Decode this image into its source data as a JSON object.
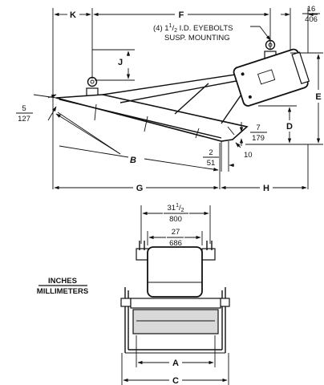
{
  "dimensions": {
    "K": "K",
    "F": "F",
    "J": "J",
    "E": "E",
    "D": "D",
    "B": "B",
    "G": "G",
    "H": "H",
    "A": "A",
    "C": "C"
  },
  "fractions": {
    "top_right": {
      "num": "16",
      "den": "406"
    },
    "left_angle": {
      "num": "5",
      "den": "127"
    },
    "right_angle": {
      "num": "7",
      "den": "179"
    },
    "small": {
      "num": "2",
      "den": "51"
    },
    "overall_width": {
      "num": "31",
      "sup": "1",
      "sub": "2",
      "den": "800"
    },
    "box_width": {
      "num": "27",
      "den": "686"
    }
  },
  "callouts": {
    "eyebolt_line1_prefix": "(4) 1",
    "eyebolt_sup": "1",
    "eyebolt_sub": "2",
    "eyebolt_line1_suffix": " I.D. EYEBOLTS",
    "eyebolt_line2": "SUSP. MOUNTING",
    "ten": "10"
  },
  "legend": {
    "top": "INCHES",
    "bottom": "MILLIMETERS"
  }
}
